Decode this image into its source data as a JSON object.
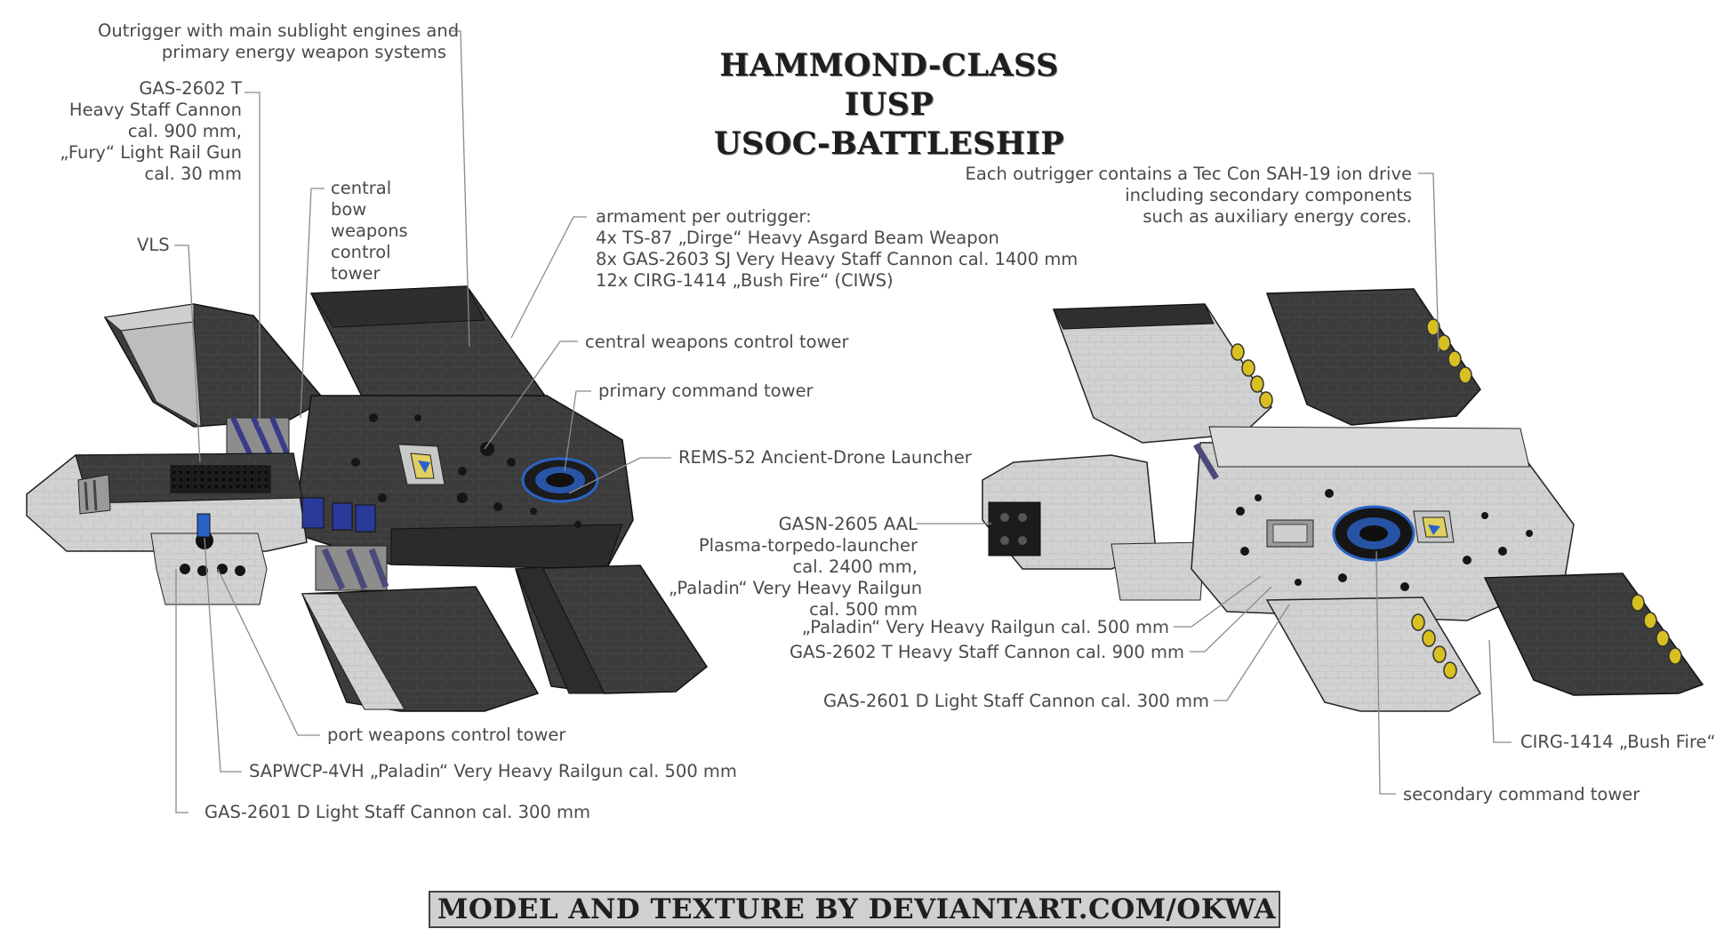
{
  "title": {
    "line1": "HAMMOND-CLASS",
    "line2": "IUSP",
    "line3": "USOC-BATTLESHIP"
  },
  "credit": "MODEL AND TEXTURE BY DEVIANTART.COM/OKWA",
  "left_view": {
    "outrigger_engines": "Outrigger with main sublight engines and\nprimary energy weapon systems",
    "gas2602": "GAS-2602 T\nHeavy Staff Cannon\ncal. 900 mm,\n„Fury“ Light Rail Gun\ncal. 30 mm",
    "central_bow_tower": "central\nbow\nweapons\ncontrol\ntower",
    "vls": "VLS",
    "armament": "armament per outrigger:\n4x TS-87 „Dirge“ Heavy Asgard Beam Weapon\n8x GAS-2603 SJ Very Heavy Staff Cannon cal. 1400 mm\n12x CIRG-1414 „Bush Fire“ (CIWS)",
    "central_tower": "central weapons control tower",
    "primary_tower": "primary command tower",
    "rems": "REMS-52 Ancient-Drone Launcher",
    "port_tower": "port weapons control tower",
    "sapwcp": "SAPWCP-4VH „Paladin“ Very Heavy Railgun cal. 500 mm",
    "gas2601": "GAS-2601 D Light Staff Cannon cal. 300 mm"
  },
  "right_view": {
    "ion_drive": "Each outrigger contains a Tec Con SAH-19 ion drive\nincluding secondary components\nsuch as auxiliary energy cores.",
    "gasn": "GASN-2605 AAL\nPlasma-torpedo-launcher\ncal. 2400 mm,\n„Paladin“ Very Heavy Railgun\ncal. 500 mm",
    "paladin": "„Paladin“ Very Heavy Railgun cal. 500 mm",
    "gas2602": "GAS-2602 T Heavy Staff Cannon cal. 900 mm",
    "gas2601": "GAS-2601 D Light Staff Cannon cal. 300 mm",
    "cirg": "CIRG-1414 „Bush Fire“",
    "secondary_tower": "secondary command tower"
  },
  "colors": {
    "dark_hull": "#3a3a3a",
    "light_hull": "#d4d4d4",
    "leader_line": "#8a8a8a",
    "accent_blue": "#2a63c8",
    "engine_yellow": "#d8c020"
  }
}
